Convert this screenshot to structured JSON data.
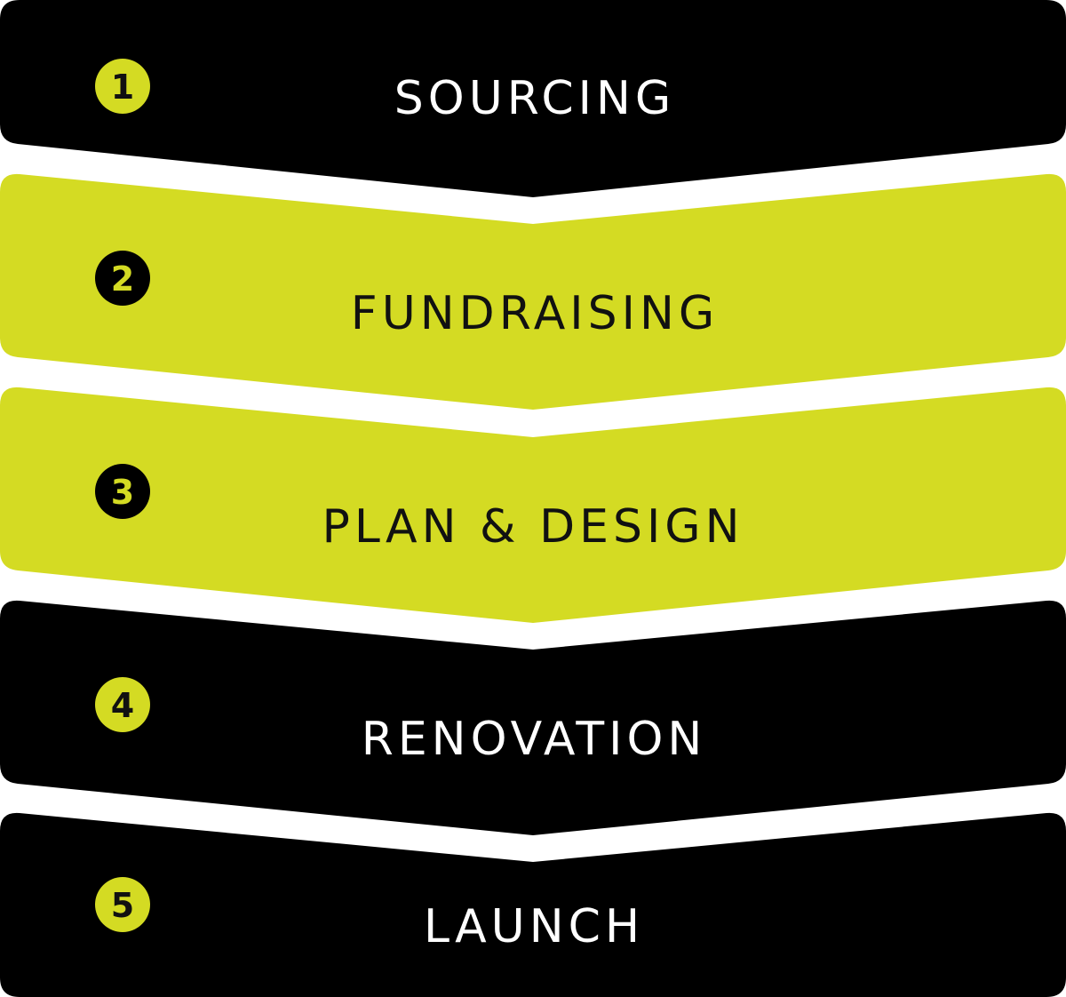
{
  "colors": {
    "dark": "#000000",
    "accent": "#d4db23",
    "light_text": "#ffffff",
    "dark_text": "#111111"
  },
  "steps": [
    {
      "number": "1",
      "label": "SOURCING",
      "theme": "dark"
    },
    {
      "number": "2",
      "label": "FUNDRAISING",
      "theme": "accent"
    },
    {
      "number": "3",
      "label": "PLAN & DESIGN",
      "theme": "accent"
    },
    {
      "number": "4",
      "label": "RENOVATION",
      "theme": "dark"
    },
    {
      "number": "5",
      "label": "LAUNCH",
      "theme": "dark"
    }
  ]
}
